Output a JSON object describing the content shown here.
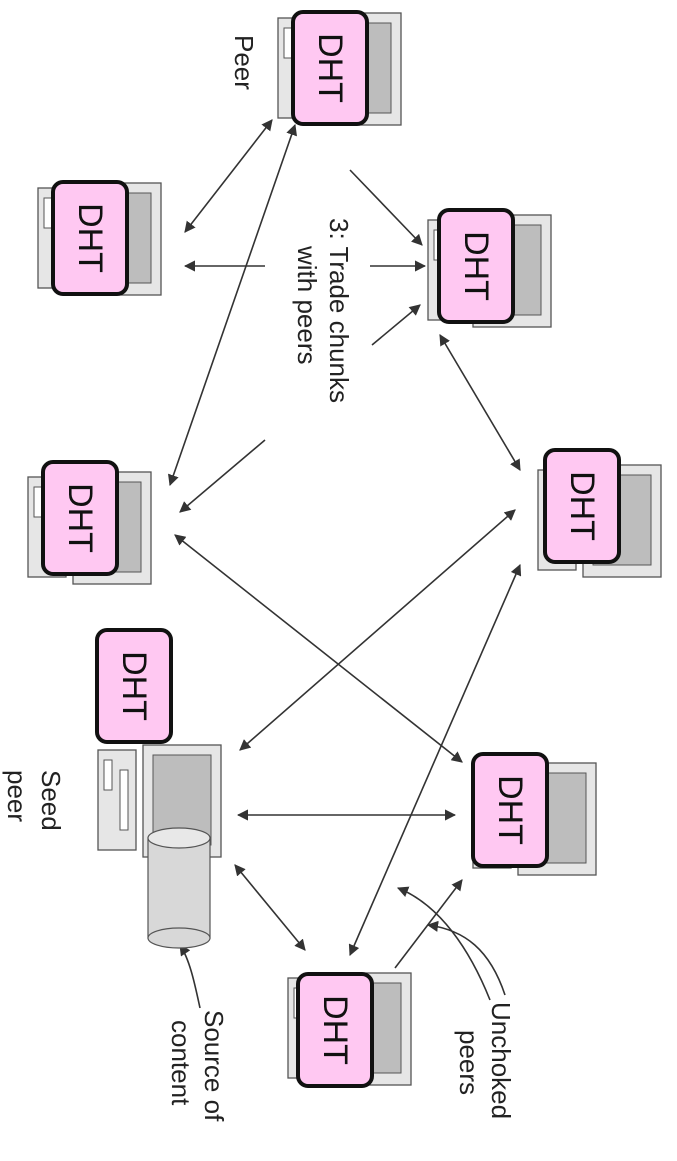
{
  "diagram": {
    "dht_label": "DHT",
    "labels": {
      "peer": "Peer",
      "trade_line1": "3: Trade chunks",
      "trade_line2": "with peers",
      "seed_line1": "Seed",
      "seed_line2": "peer",
      "source_line1": "Source of",
      "source_line2": "content",
      "unchoked_line1": "Unchoked",
      "unchoked_line2": "peers"
    },
    "colors": {
      "dht_fill": "#ffc8f2",
      "computer_body": "#e6e6e6",
      "computer_screen": "#bdbdbd",
      "line": "#333333"
    },
    "nodes": [
      {
        "id": "peer-top"
      },
      {
        "id": "peer-upper-left"
      },
      {
        "id": "peer-upper-right"
      },
      {
        "id": "peer-middle-left"
      },
      {
        "id": "peer-middle-right"
      },
      {
        "id": "seed-peer"
      },
      {
        "id": "peer-lower-right"
      },
      {
        "id": "peer-bottom"
      }
    ]
  }
}
